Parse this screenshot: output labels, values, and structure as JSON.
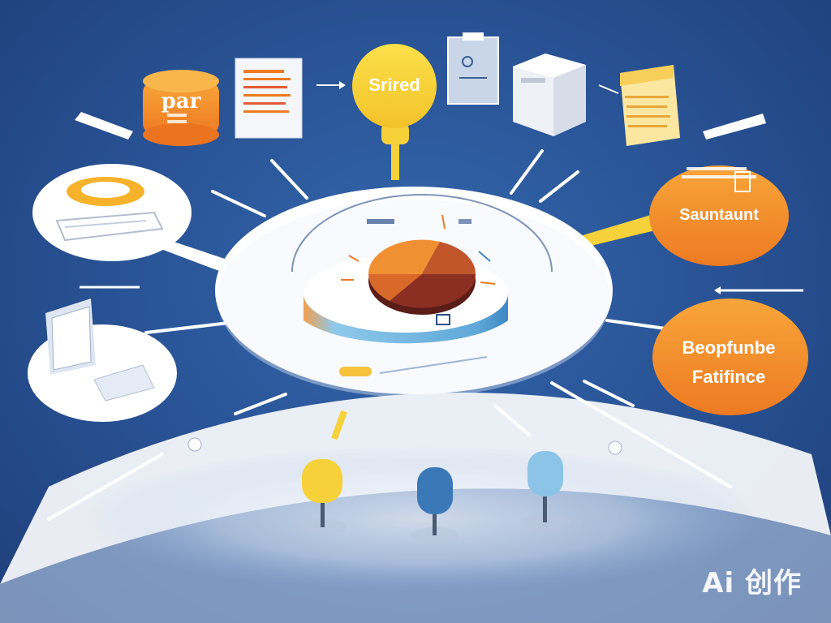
{
  "colors": {
    "background": "#2a5598",
    "orange": "#f28a2a",
    "yellow": "#f6d13a",
    "white": "#ffffff",
    "blue_node": "#3b78b8",
    "light_blue_node": "#8cc4e8",
    "pie_orange": "#f08a2c",
    "pie_brown": "#8a2f22"
  },
  "nodes": {
    "top_left_badge": "par",
    "top_center_badge": "Srired",
    "right_top_badge": "Sauntaunt",
    "right_bottom_badge_line1": "Beopfunbe",
    "right_bottom_badge_line2": "Fatifince"
  },
  "watermark": {
    "logo": "Ai",
    "text": "创作"
  },
  "icons": [
    "database-icon",
    "document-icon",
    "pin-icon",
    "clipboard-icon",
    "server-box-icon",
    "folder-icon",
    "pie-chart-icon",
    "pin-node-icon"
  ]
}
